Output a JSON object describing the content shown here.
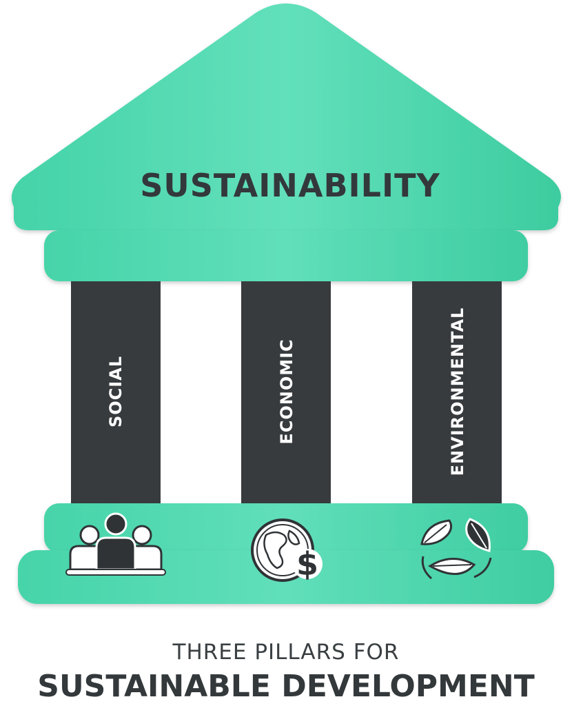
{
  "roof": {
    "title": "SUSTAINABILITY"
  },
  "pillars": [
    {
      "label": "SOCIAL",
      "icon": "people-group-icon"
    },
    {
      "label": "ECONOMIC",
      "icon": "globe-dollar-icon"
    },
    {
      "label": "ENVIRONMENTAL",
      "icon": "recycling-leaves-icon"
    }
  ],
  "caption": {
    "line1": "THREE PILLARS FOR",
    "line2": "SUSTAINABLE DEVELOPMENT"
  },
  "colors": {
    "mint": "#48d6ac",
    "mint_light": "#6ee3c0",
    "mint_dark": "#34c497",
    "pillar": "#373b3e",
    "text_dark": "#33383b"
  }
}
